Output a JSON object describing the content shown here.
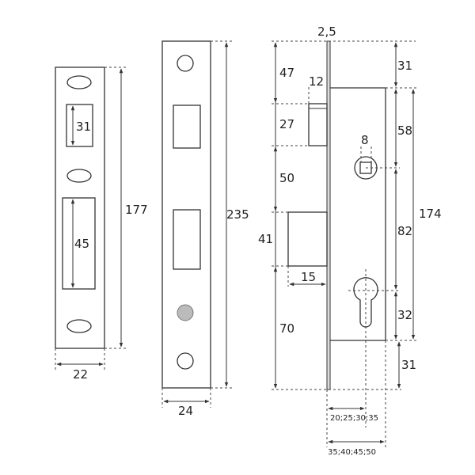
{
  "strike_plate": {
    "height": "177",
    "width": "22",
    "slot_top": "31",
    "slot_bottom": "45"
  },
  "faceplate": {
    "height": "235",
    "width": "24"
  },
  "lock_body": {
    "faceplate_thickness": "2,5",
    "left_dims": [
      "47",
      "27",
      "50",
      "41",
      "70"
    ],
    "latch_projection": "12",
    "bolt_projection": "15",
    "spindle": "8",
    "right_dims": [
      "31",
      "58",
      "82",
      "32"
    ],
    "body_height": "174",
    "bottom_offset": "31",
    "backset": "20;25;30;35",
    "total_depth": "35;40;45;50"
  },
  "colors": {
    "line": "#333333",
    "knob": "#bbbbbb"
  }
}
